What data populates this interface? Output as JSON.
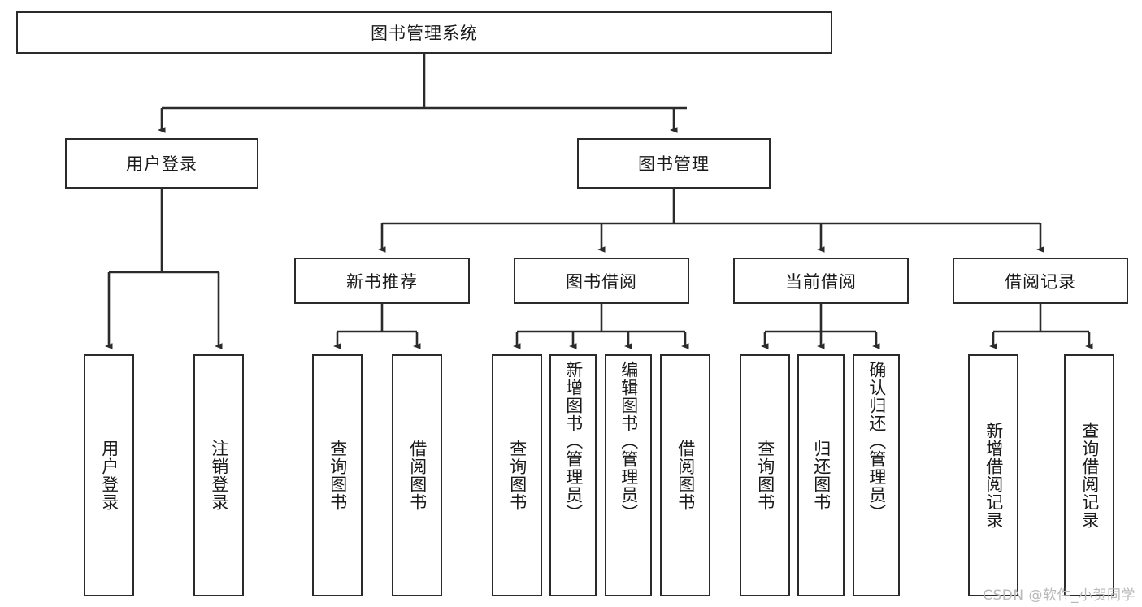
{
  "diagram": {
    "title": "图书管理系统",
    "type": "tree-hierarchy-chart",
    "watermark": "CSDN @软件_小贺同学",
    "colors": {
      "stroke": "#2b2b2b",
      "fill": "#ffffff",
      "text": "#1a1a1a",
      "watermark": "#b9b9b9"
    },
    "root": {
      "label": "图书管理系统"
    },
    "level2": [
      {
        "label": "用户登录"
      },
      {
        "label": "图书管理"
      }
    ],
    "level3": [
      {
        "label": "新书推荐"
      },
      {
        "label": "图书借阅"
      },
      {
        "label": "当前借阅"
      },
      {
        "label": "借阅记录"
      }
    ],
    "leaves": {
      "user_login": [
        {
          "label": "用户登录"
        },
        {
          "label": "注销登录"
        }
      ],
      "new_book_recommend": [
        {
          "label": "查询图书"
        },
        {
          "label": "借阅图书"
        }
      ],
      "book_borrow": [
        {
          "label": "查询图书"
        },
        {
          "label": "新增图书（管理员）"
        },
        {
          "label": "编辑图书（管理员）"
        },
        {
          "label": "借阅图书"
        }
      ],
      "current_borrow": [
        {
          "label": "查询图书"
        },
        {
          "label": "归还图书"
        },
        {
          "label": "确认归还（管理员）"
        }
      ],
      "borrow_record": [
        {
          "label": "新增借阅记录"
        },
        {
          "label": "查询借阅记录"
        }
      ]
    }
  }
}
